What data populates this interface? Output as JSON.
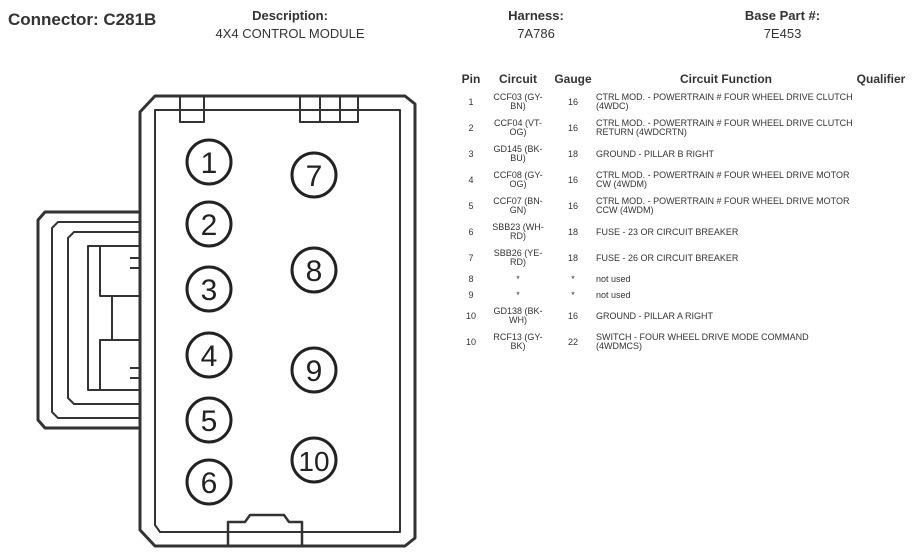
{
  "header": {
    "connector": "Connector: C281B",
    "description_label": "Description:",
    "description_value": "4X4 CONTROL MODULE",
    "harness_label": "Harness:",
    "harness_value": "7A786",
    "base_part_label": "Base Part #:",
    "base_part_value": "7E453"
  },
  "diagram": {
    "pin_numbers": [
      "1",
      "2",
      "3",
      "4",
      "5",
      "6",
      "7",
      "8",
      "9",
      "10"
    ]
  },
  "table": {
    "headers": {
      "pin": "Pin",
      "circuit": "Circuit",
      "gauge": "Gauge",
      "function": "Circuit Function",
      "qualifier": "Qualifier"
    },
    "rows": [
      {
        "pin": "1",
        "circuit": "CCF03 (GY-BN)",
        "gauge": "16",
        "function": "CTRL MOD. - POWERTRAIN # FOUR WHEEL DRIVE CLUTCH (4WDC)",
        "qualifier": ""
      },
      {
        "pin": "2",
        "circuit": "CCF04 (VT-OG)",
        "gauge": "16",
        "function": "CTRL MOD. - POWERTRAIN # FOUR WHEEL DRIVE CLUTCH RETURN (4WDCRTN)",
        "qualifier": ""
      },
      {
        "pin": "3",
        "circuit": "GD145 (BK-BU)",
        "gauge": "18",
        "function": "GROUND - PILLAR B RIGHT",
        "qualifier": ""
      },
      {
        "pin": "4",
        "circuit": "CCF08 (GY-OG)",
        "gauge": "16",
        "function": "CTRL MOD. - POWERTRAIN # FOUR WHEEL DRIVE MOTOR CW (4WDM)",
        "qualifier": ""
      },
      {
        "pin": "5",
        "circuit": "CCF07 (BN-GN)",
        "gauge": "16",
        "function": "CTRL MOD. - POWERTRAIN # FOUR WHEEL DRIVE MOTOR CCW (4WDM)",
        "qualifier": ""
      },
      {
        "pin": "6",
        "circuit": "SBB23 (WH-RD)",
        "gauge": "18",
        "function": "FUSE - 23 OR CIRCUIT BREAKER",
        "qualifier": ""
      },
      {
        "pin": "7",
        "circuit": "SBB26 (YE-RD)",
        "gauge": "18",
        "function": "FUSE - 26 OR CIRCUIT BREAKER",
        "qualifier": ""
      },
      {
        "pin": "8",
        "circuit": "*",
        "gauge": "*",
        "function": "not used",
        "qualifier": ""
      },
      {
        "pin": "9",
        "circuit": "*",
        "gauge": "*",
        "function": "not used",
        "qualifier": ""
      },
      {
        "pin": "10",
        "circuit": "GD138 (BK-WH)",
        "gauge": "16",
        "function": "GROUND - PILLAR A RIGHT",
        "qualifier": ""
      },
      {
        "pin": "10",
        "circuit": "RCF13 (GY-BK)",
        "gauge": "22",
        "function": "SWITCH - FOUR WHEEL DRIVE MODE COMMAND (4WDMCS)",
        "qualifier": ""
      }
    ]
  }
}
